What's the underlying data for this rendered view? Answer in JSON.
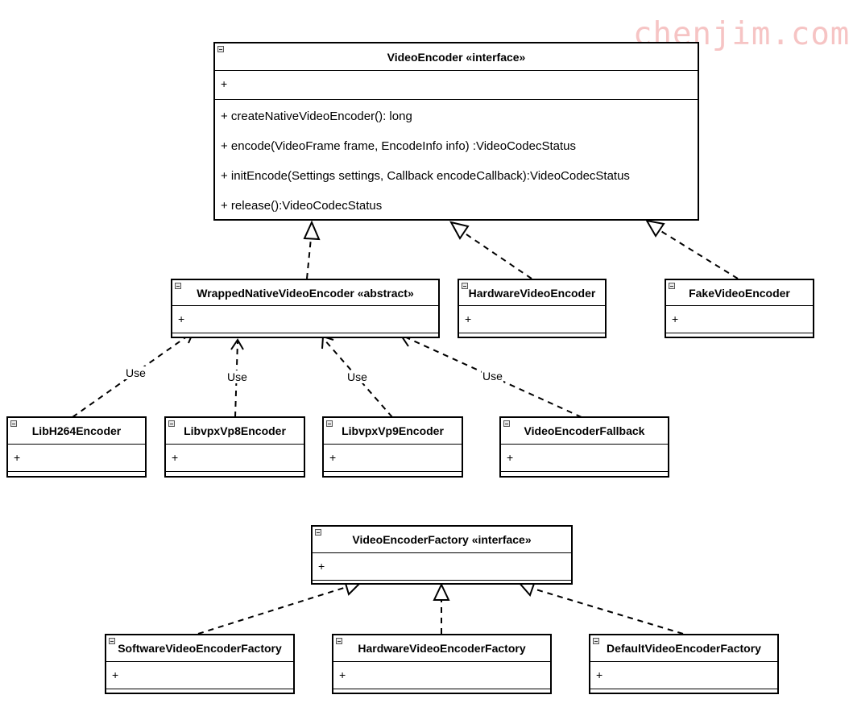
{
  "watermark": "chenjim.com",
  "classes": {
    "video_encoder": {
      "title": "VideoEncoder «interface»",
      "attr": "+",
      "ops": [
        "+ createNativeVideoEncoder(): long",
        "+ encode(VideoFrame frame, EncodeInfo info) :VideoCodecStatus",
        "+ initEncode(Settings settings, Callback encodeCallback):VideoCodecStatus",
        "+ release():VideoCodecStatus"
      ]
    },
    "wrapped_native": {
      "title": "WrappedNativeVideoEncoder «abstract»",
      "attr": "+"
    },
    "hardware_encoder": {
      "title": "HardwareVideoEncoder",
      "attr": "+"
    },
    "fake_encoder": {
      "title": "FakeVideoEncoder",
      "attr": "+"
    },
    "libh264": {
      "title": "LibH264Encoder",
      "attr": "+"
    },
    "libvpx_vp8": {
      "title": "LibvpxVp8Encoder",
      "attr": "+"
    },
    "libvpx_vp9": {
      "title": "LibvpxVp9Encoder",
      "attr": "+"
    },
    "fallback": {
      "title": "VideoEncoderFallback",
      "attr": "+"
    },
    "factory": {
      "title": "VideoEncoderFactory «interface»",
      "attr": "+"
    },
    "software_factory": {
      "title": "SoftwareVideoEncoderFactory",
      "attr": "+"
    },
    "hardware_factory": {
      "title": "HardwareVideoEncoderFactory",
      "attr": "+"
    },
    "default_factory": {
      "title": "DefaultVideoEncoderFactory",
      "attr": "+"
    }
  },
  "use_labels": [
    "Use",
    "Use",
    "Use",
    "Use"
  ]
}
